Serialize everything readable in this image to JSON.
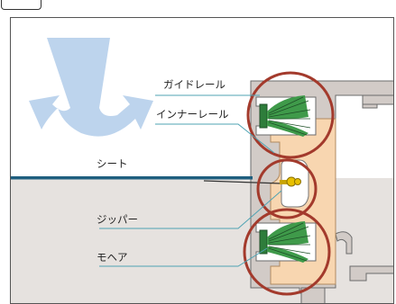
{
  "labels": {
    "guide_rail": "ガイドレール",
    "inner_rail": "インナーレール",
    "sheet": "シート",
    "zipper": "ジッパー",
    "mohair": "モヘア"
  },
  "colors": {
    "floor": "#e6e2df",
    "rail": "#d2cbc7",
    "rail_stroke": "#6b6b6b",
    "inner": "#f8d6b0",
    "circle": "#a33a2c",
    "leader": "#4fa3b3",
    "sheet": "#1f5f7f",
    "arrow": "#b9d2ec",
    "brush": "#3f9a4a",
    "zipper": "#e8c000"
  }
}
